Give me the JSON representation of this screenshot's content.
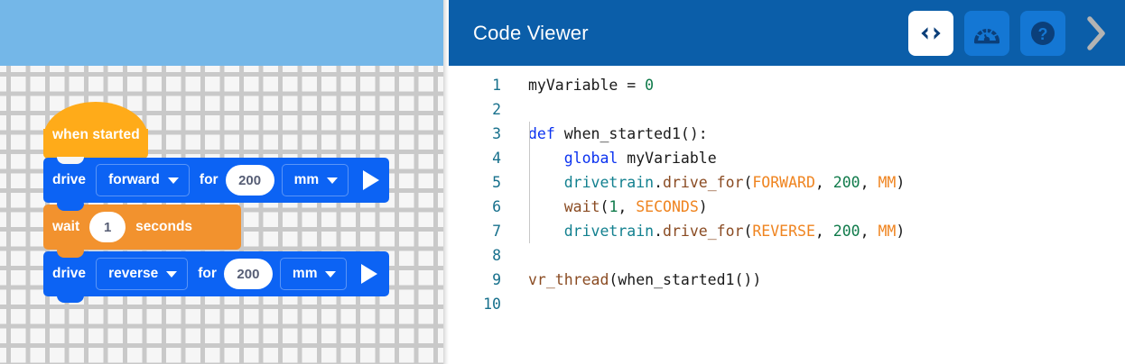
{
  "workspace": {
    "name": "blocks-workspace",
    "background_color": "#f6f6f6",
    "sky_color": "#74b7e8",
    "blocks": [
      {
        "type": "hat",
        "name": "when-started",
        "label": "when started",
        "color": "#ffab19"
      },
      {
        "type": "statement",
        "name": "drive-forward",
        "color": "#0c63f4",
        "label": "drive",
        "direction": "forward",
        "for_label": "for",
        "distance": "200",
        "unit": "mm",
        "run_icon": "play-icon"
      },
      {
        "type": "statement",
        "name": "wait",
        "color": "#f2922e",
        "label": "wait",
        "amount": "1",
        "unit_label": "seconds"
      },
      {
        "type": "statement",
        "name": "drive-reverse",
        "color": "#0c63f4",
        "label": "drive",
        "direction": "reverse",
        "for_label": "for",
        "distance": "200",
        "unit": "mm",
        "run_icon": "play-icon"
      }
    ]
  },
  "code_viewer": {
    "title": "Code Viewer",
    "header_color": "#0b5ea9",
    "actions": [
      {
        "name": "code-view-button",
        "icon": "code-brackets-icon",
        "label": "<>",
        "active": true
      },
      {
        "name": "dashboard-button",
        "icon": "gauge-icon",
        "label": "",
        "active": false
      },
      {
        "name": "help-button",
        "icon": "question-mark-icon",
        "label": "?",
        "active": false
      },
      {
        "name": "collapse-button",
        "icon": "chevron-right-icon",
        "label": "",
        "active": false
      }
    ],
    "language": "python",
    "gutter_color": "#17708c",
    "syntax_colors": {
      "keyword": "#0b32f0",
      "number": "#0f7a4a",
      "constant": "#ef8420",
      "object": "#12808f",
      "function": "#8a4b22",
      "plain": "#1a1a1a"
    },
    "lines": [
      {
        "n": "1",
        "tokens": [
          {
            "t": "myVariable = ",
            "c": "plain"
          },
          {
            "t": "0",
            "c": "num"
          }
        ]
      },
      {
        "n": "2",
        "tokens": []
      },
      {
        "n": "3",
        "tokens": [
          {
            "t": "def",
            "c": "kw"
          },
          {
            "t": " when_started1():",
            "c": "plain"
          }
        ]
      },
      {
        "n": "4",
        "tokens": [
          {
            "t": "    ",
            "c": "plain"
          },
          {
            "t": "global",
            "c": "kw"
          },
          {
            "t": " myVariable",
            "c": "plain"
          }
        ]
      },
      {
        "n": "5",
        "tokens": [
          {
            "t": "    ",
            "c": "plain"
          },
          {
            "t": "drivetrain",
            "c": "obj"
          },
          {
            "t": ".",
            "c": "plain"
          },
          {
            "t": "drive_for",
            "c": "fn"
          },
          {
            "t": "(",
            "c": "plain"
          },
          {
            "t": "FORWARD",
            "c": "const"
          },
          {
            "t": ", ",
            "c": "plain"
          },
          {
            "t": "200",
            "c": "num"
          },
          {
            "t": ", ",
            "c": "plain"
          },
          {
            "t": "MM",
            "c": "const"
          },
          {
            "t": ")",
            "c": "plain"
          }
        ]
      },
      {
        "n": "6",
        "tokens": [
          {
            "t": "    ",
            "c": "plain"
          },
          {
            "t": "wait",
            "c": "fn"
          },
          {
            "t": "(",
            "c": "plain"
          },
          {
            "t": "1",
            "c": "num"
          },
          {
            "t": ", ",
            "c": "plain"
          },
          {
            "t": "SECONDS",
            "c": "const"
          },
          {
            "t": ")",
            "c": "plain"
          }
        ]
      },
      {
        "n": "7",
        "tokens": [
          {
            "t": "    ",
            "c": "plain"
          },
          {
            "t": "drivetrain",
            "c": "obj"
          },
          {
            "t": ".",
            "c": "plain"
          },
          {
            "t": "drive_for",
            "c": "fn"
          },
          {
            "t": "(",
            "c": "plain"
          },
          {
            "t": "REVERSE",
            "c": "const"
          },
          {
            "t": ", ",
            "c": "plain"
          },
          {
            "t": "200",
            "c": "num"
          },
          {
            "t": ", ",
            "c": "plain"
          },
          {
            "t": "MM",
            "c": "const"
          },
          {
            "t": ")",
            "c": "plain"
          }
        ]
      },
      {
        "n": "8",
        "tokens": []
      },
      {
        "n": "9",
        "tokens": [
          {
            "t": "vr_thread",
            "c": "fn"
          },
          {
            "t": "(when_started1())",
            "c": "plain"
          }
        ]
      },
      {
        "n": "10",
        "tokens": []
      }
    ]
  }
}
